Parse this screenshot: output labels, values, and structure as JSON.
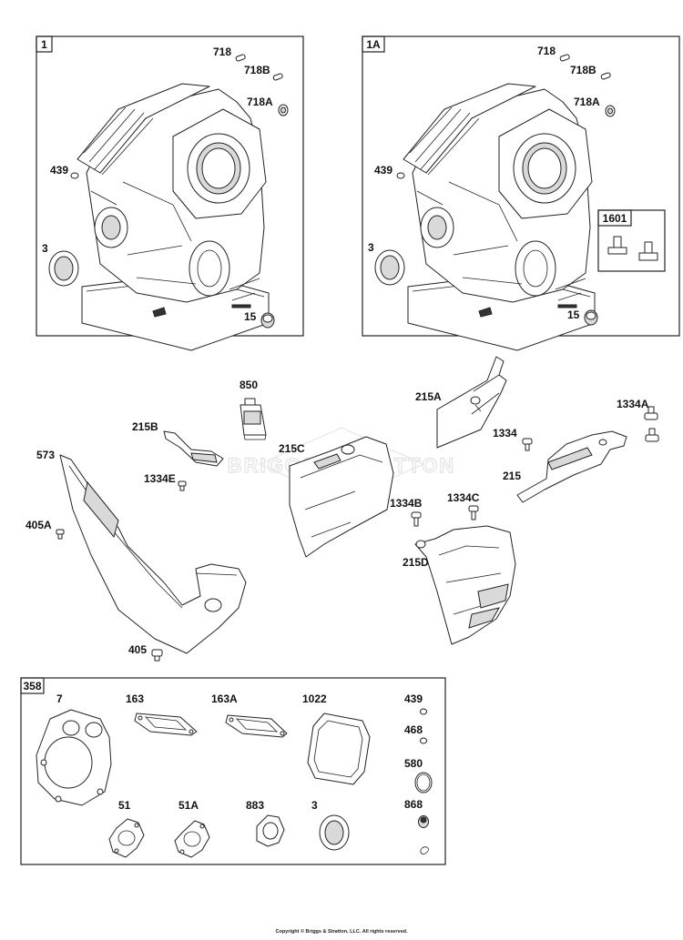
{
  "watermark": "BRIGGS&STRATTON",
  "copyright": "Copyright © Briggs & Stratton, LLC. All rights reserved.",
  "boxes": {
    "box1": {
      "tag": "1",
      "labels": {
        "p718": "718",
        "p718b": "718B",
        "p718a": "718A",
        "p439": "439",
        "p3": "3",
        "p15": "15"
      }
    },
    "box1a": {
      "tag": "1A",
      "labels": {
        "p718": "718",
        "p718b": "718B",
        "p718a": "718A",
        "p439": "439",
        "p3": "3",
        "p15": "15"
      },
      "inset": {
        "tag": "1601"
      }
    },
    "box358": {
      "tag": "358",
      "labels": {
        "p7": "7",
        "p163": "163",
        "p163a": "163A",
        "p1022": "1022",
        "p439": "439",
        "p468": "468",
        "p580": "580",
        "p868": "868",
        "p51": "51",
        "p51a": "51A",
        "p883": "883",
        "p3": "3"
      }
    }
  },
  "loose": {
    "p850": "850",
    "p215a": "215A",
    "p1334a": "1334A",
    "p215b": "215B",
    "p1334": "1334",
    "p573": "573",
    "p215c": "215C",
    "p215": "215",
    "p1334e": "1334E",
    "p1334b": "1334B",
    "p1334c": "1334C",
    "p405a": "405A",
    "p215d": "215D",
    "p405": "405"
  }
}
